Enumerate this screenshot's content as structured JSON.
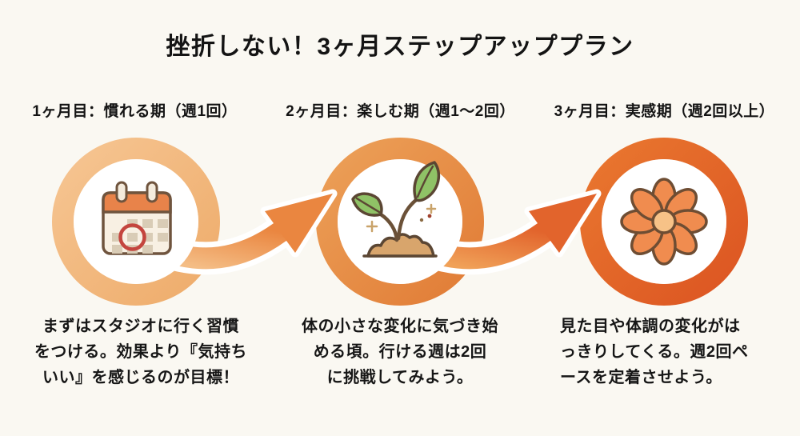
{
  "title": "挫折しない！3ヶ月ステップアッププラン",
  "stages": [
    {
      "heading": "1ヶ月目：慣れる期（週1回）",
      "description": "まずはスタジオに行く習慣\nをつける。効果より『気持ち\nいい』を感じるのが目標！",
      "icon": "calendar-icon",
      "ring_color": "#F2B77D"
    },
    {
      "heading": "2ヶ月目：楽しむ期（週1～2回）",
      "description": "体の小さな変化に気づき始\nめる頃。行ける週は2回\nに挑戦してみよう。",
      "icon": "sprout-icon",
      "ring_color": "#E78A45"
    },
    {
      "heading": "3ヶ月目：実感期（週2回以上）",
      "description": "見た目や体調の変化がは\nっきりしてくる。週2回ペ\nースを定着させよう。",
      "icon": "flower-icon",
      "ring_color": "#E2602A"
    }
  ],
  "colors": {
    "background": "#FAF8F2",
    "text": "#161616",
    "ring_month1": "#F2B77D",
    "ring_month2": "#E78A45",
    "ring_month3": "#E2602A",
    "arrow_light": "#F2B97F",
    "arrow_dark": "#E2642C",
    "icon_outline": "#6B4E38",
    "leaf_green": "#8FC266",
    "soil_tan": "#D8A56C",
    "calendar_header_orange": "#E8834A",
    "flower_petal_orange": "#F08C4F",
    "highlight_red": "#C4453E"
  }
}
